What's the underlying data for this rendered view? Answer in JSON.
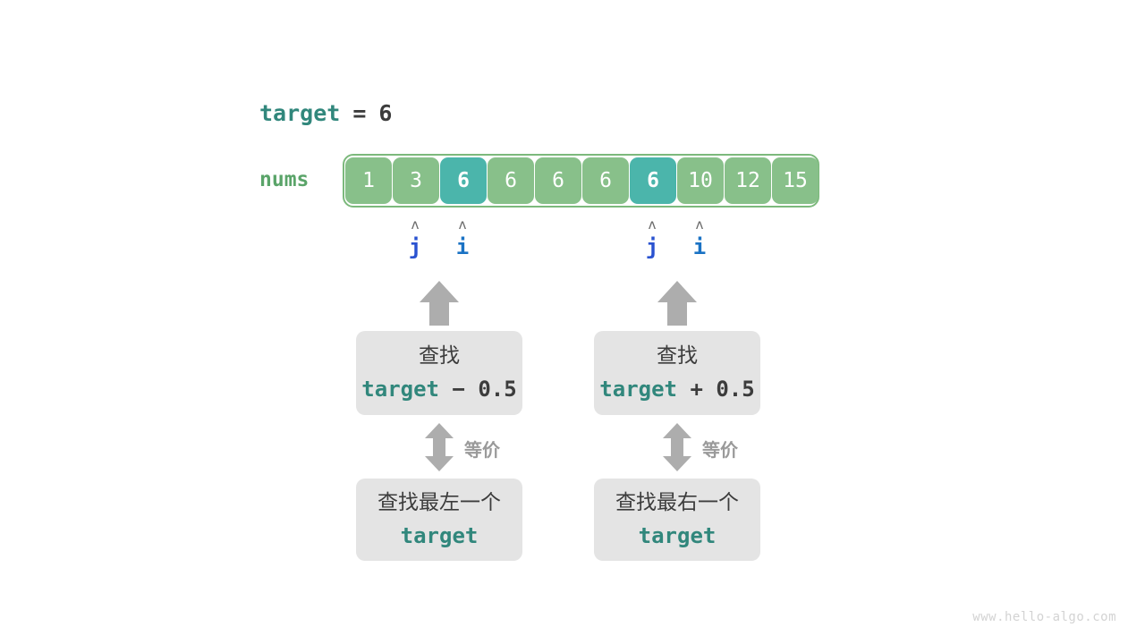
{
  "header": {
    "variable": "target",
    "equals": "=",
    "value": "6"
  },
  "array": {
    "label": "nums",
    "values": [
      "1",
      "3",
      "6",
      "6",
      "6",
      "6",
      "6",
      "10",
      "12",
      "15"
    ],
    "highlighted_indices": [
      2,
      6
    ],
    "colors": {
      "cell": "#88c08a",
      "highlight": "#4bb5ab",
      "outline": "#7cb97c",
      "text": "#ffffff"
    }
  },
  "pointers": {
    "caret_glyph": "ʌ",
    "left_group": {
      "j_label": "j",
      "i_label": "i",
      "j_index": 1,
      "i_index": 2
    },
    "right_group": {
      "j_label": "j",
      "i_label": "i",
      "j_index": 6,
      "i_index": 7
    },
    "colors": {
      "j": "#2a52d0",
      "i": "#1a72c4",
      "caret": "#6b6b6b"
    }
  },
  "panels": {
    "left": {
      "top_box": {
        "line1": "查找",
        "expr_var": "target",
        "expr_op": " − 0.5"
      },
      "equivalence_label": "等价",
      "bottom_box": {
        "line1": "查找最左一个",
        "expr_var": "target"
      }
    },
    "right": {
      "top_box": {
        "line1": "查找",
        "expr_var": "target",
        "expr_op": " + 0.5"
      },
      "equivalence_label": "等价",
      "bottom_box": {
        "line1": "查找最右一个",
        "expr_var": "target"
      }
    }
  },
  "colors": {
    "teal_accent": "#31877c",
    "box_fill": "#e4e4e4",
    "arrow_gray": "#adadad",
    "dark_text": "#3c3c3c"
  },
  "watermark": "www.hello-algo.com"
}
